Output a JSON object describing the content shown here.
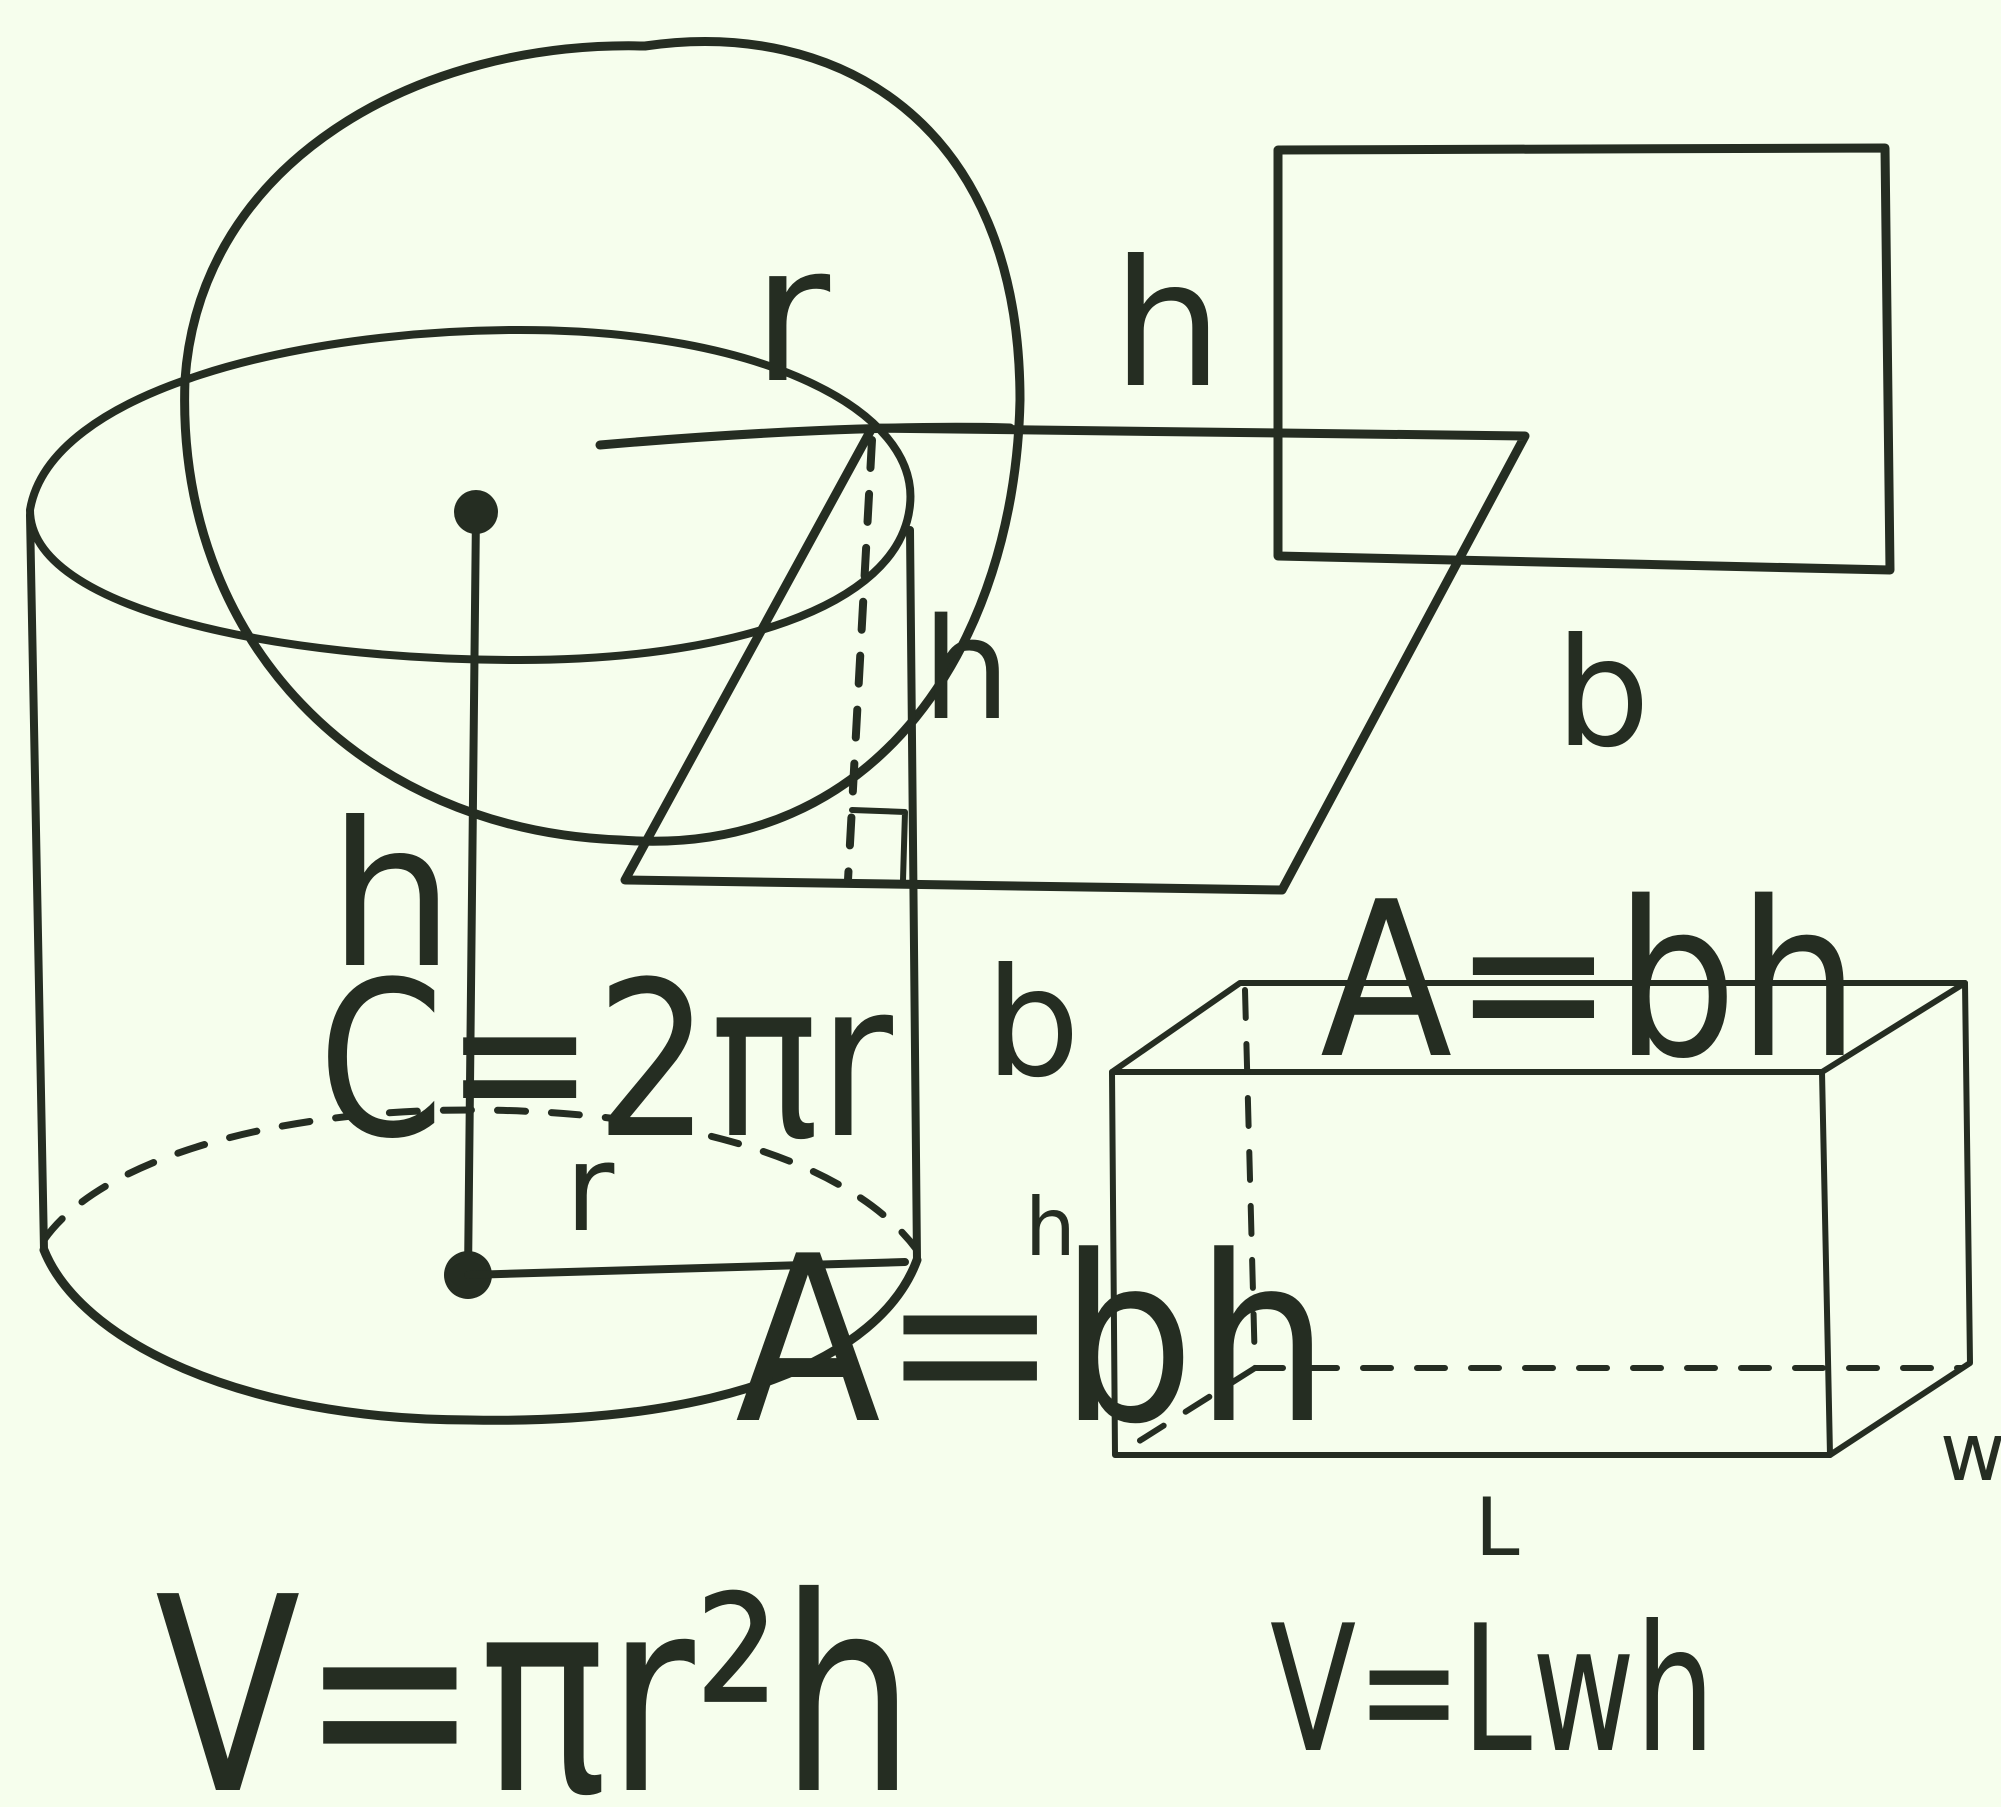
{
  "colors": {
    "background": "#f6feed",
    "ink": "#252d22"
  },
  "labels": {
    "circle_radius": "r",
    "circle_formula": "C=2πr",
    "cylinder_height": "h",
    "cylinder_radius": "r",
    "cylinder_volume": "V=πr²h",
    "parallelogram_top_height": "h",
    "parallelogram_inner_height": "h",
    "parallelogram_base": "b",
    "parallelogram_formula": "A=bh",
    "rectangle_base": "b",
    "rectangle_height": "h",
    "rectangle_formula": "A=bh",
    "prism_length": "L",
    "prism_width": "w",
    "prism_volume": "V=Lwh"
  }
}
